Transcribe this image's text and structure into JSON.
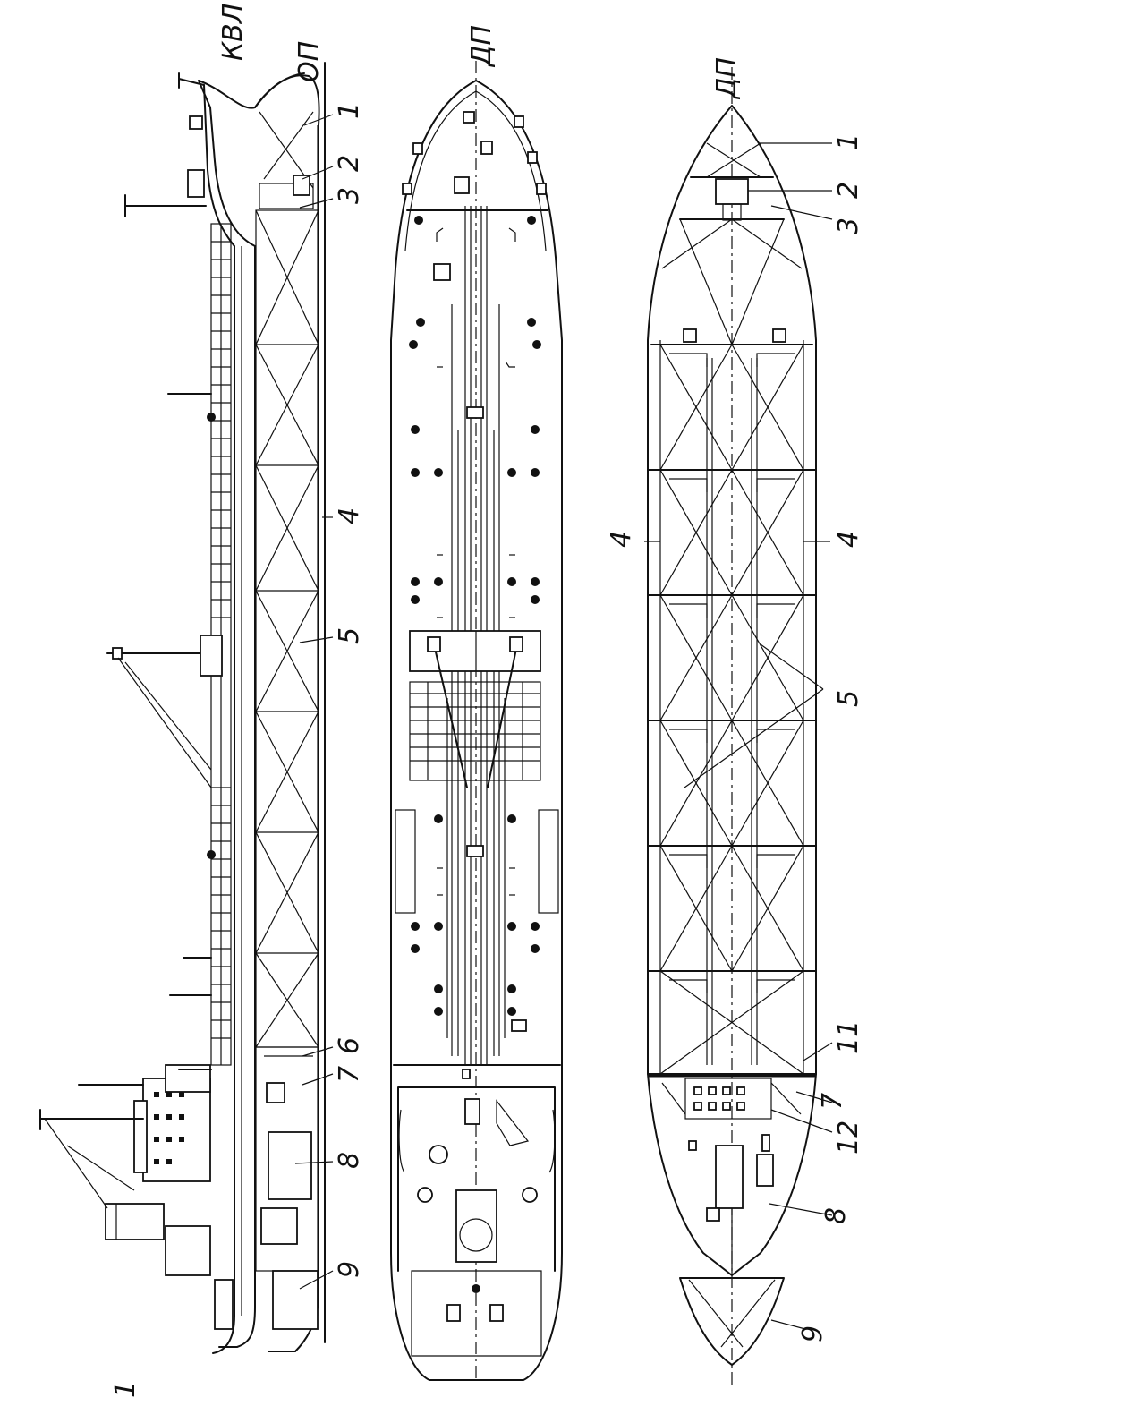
{
  "labels": {
    "kvl": "КВЛ",
    "op": "ОП",
    "dp_center": "ДП",
    "dp_right": "ДП",
    "figure_number": "1",
    "profile": {
      "n1": "1",
      "n2": "2",
      "n3": "3",
      "n4": "4",
      "n5": "5",
      "n6": "6",
      "n7": "7",
      "n8": "8",
      "n9": "9"
    },
    "plan": {
      "n1": "1",
      "n2": "2",
      "n3": "3",
      "n4_left": "4",
      "n4_right": "4",
      "n5": "5",
      "n11": "11",
      "n7": "7",
      "n12": "12",
      "n8": "8",
      "n9": "9"
    }
  },
  "colors": {
    "ink": "#111111",
    "paper": "#ffffff"
  }
}
